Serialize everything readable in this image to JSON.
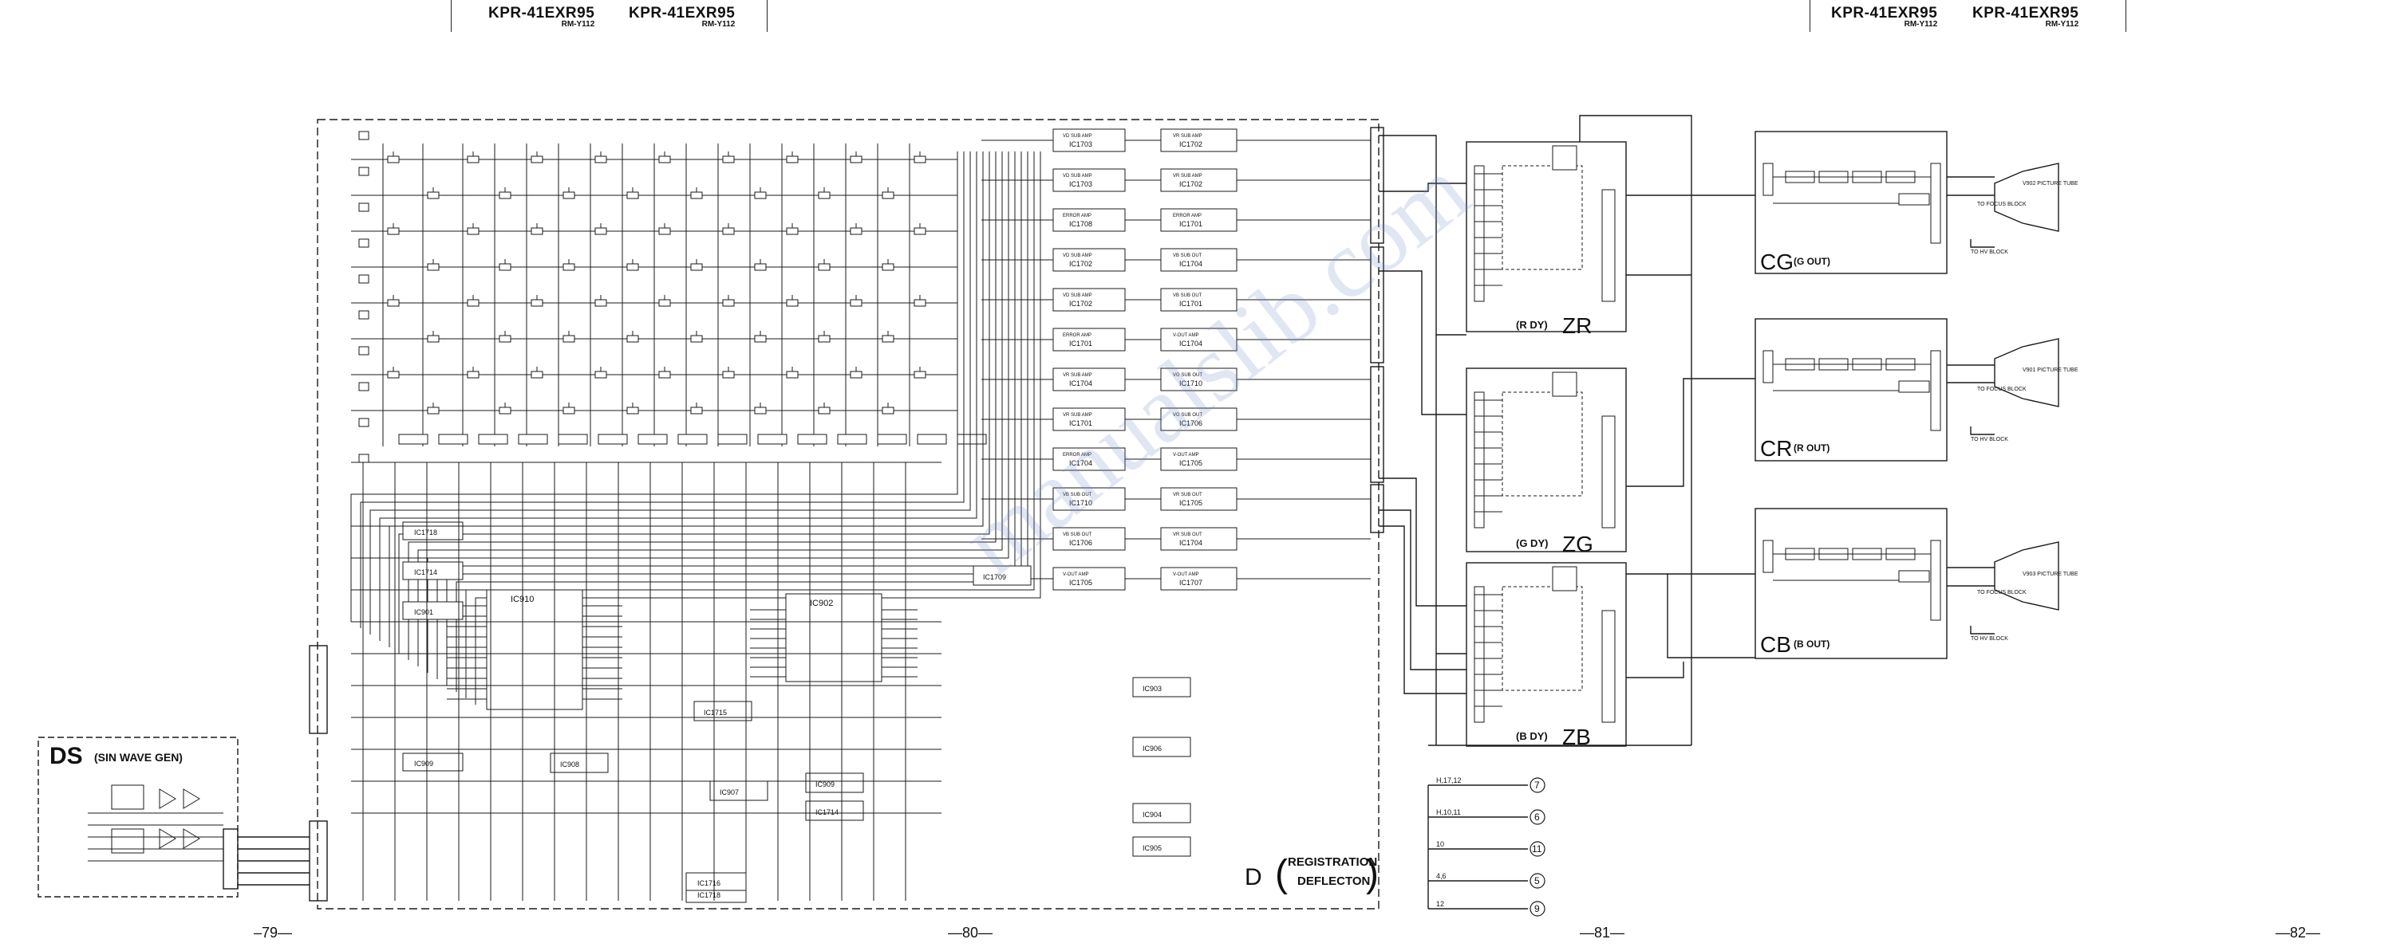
{
  "header": {
    "left_model_1": "KPR-41EXR95",
    "left_remote_1": "RM-Y112",
    "left_model_2": "KPR-41EXR95",
    "left_remote_2": "RM-Y112",
    "right_model_1": "KPR-41EXR95",
    "right_remote_1": "RM-Y112",
    "right_model_2": "KPR-41EXR95",
    "right_remote_2": "RM-Y112"
  },
  "watermark": "manualslib.com",
  "pages": {
    "p79": "–79—",
    "p80": "—80—",
    "p81": "—81—",
    "p82": "—82—"
  },
  "boards": {
    "ds_title": "DS",
    "ds_sub": "(SIN WAVE GEN)",
    "d_title": "D",
    "d_sub1": "REGISTRATION",
    "d_sub2": "DEFLECTON",
    "zr_label": "(R DY)",
    "zr_name": "ZR",
    "zg_label": "(G DY)",
    "zg_name": "ZG",
    "zb_label": "(B DY)",
    "zb_name": "ZB",
    "cg_name": "CG",
    "cg_sub": "(G OUT)",
    "cr_name": "CR",
    "cr_sub": "(R OUT)",
    "cb_name": "CB",
    "cb_sub": "(B OUT)"
  },
  "ics": [
    "IC1703",
    "IC1703",
    "IC1708",
    "IC1702",
    "IC1702",
    "IC1701",
    "IC1704",
    "IC1701",
    "IC1704",
    "IC1710",
    "IC1706",
    "IC1705",
    "IC1705",
    "IC1704",
    "IC1707",
    "IC910",
    "IC902",
    "IC1718",
    "IC1714",
    "IC901",
    "IC1709",
    "IC903",
    "IC906",
    "IC904",
    "IC905",
    "IC907",
    "IC908",
    "IC909",
    "IC1714",
    "IC1716",
    "IC1718",
    "IC1715"
  ],
  "amp_labels": [
    "VD SUB AMP",
    "VD SUB AMP",
    "ERROR AMP",
    "VD SUB AMP",
    "VD SUB AMP",
    "ERROR AMP",
    "VR SUB AMP",
    "VR SUB AMP",
    "ERROR AMP",
    "VB SUB OUT",
    "VB SUB OUT",
    "V-OUT AMP",
    "VG SUB OUT",
    "VG SUB OUT",
    "V-OUT AMP",
    "VR SUB OUT",
    "VR SUB OUT",
    "V-OUT AMP"
  ],
  "tube_labels": {
    "cg_tube": "V902 PICTURE TUBE",
    "cr_tube": "V901 PICTURE TUBE",
    "cb_tube": "V903 PICTURE TUBE",
    "focus": "TO FOCUS BLOCK",
    "hv": "TO HV BLOCK"
  },
  "connectors": {
    "out1": "H,17,12",
    "out2": "H,10,11",
    "out3": "10",
    "out4": "4,6",
    "out5": "12",
    "num1": "7",
    "num2": "6",
    "num3": "11",
    "num4": "5",
    "num5": "9"
  },
  "colors": {
    "ink": "#1a1a1a",
    "paper": "#ffffff"
  }
}
